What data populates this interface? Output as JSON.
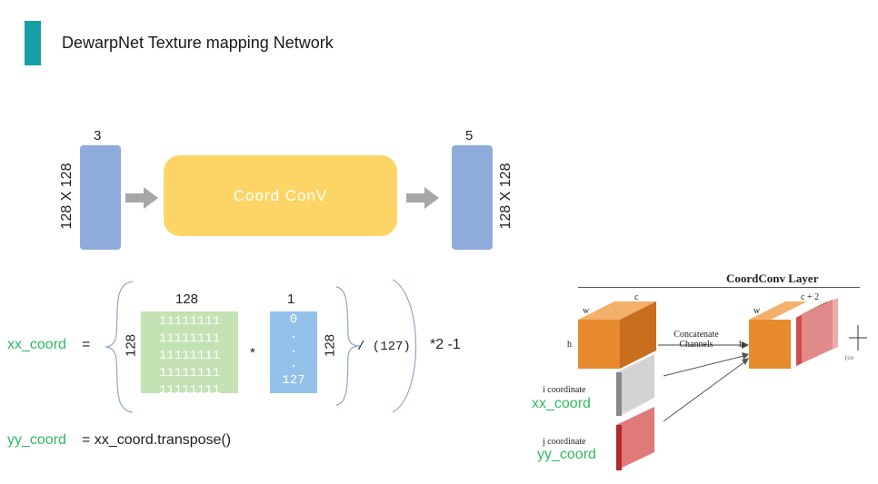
{
  "header": {
    "title": "DewarpNet Texture mapping Network"
  },
  "pipeline": {
    "input_channels": "3",
    "output_channels": "5",
    "input_size": "128 X 128",
    "output_size": "128 X 128",
    "block_label": "Coord ConV"
  },
  "formula": {
    "xx_label": "xx_coord",
    "equals": "=",
    "col_count_label": "128",
    "row_label": "128",
    "ones_rows": [
      "11111111",
      "11111111",
      "11111111",
      "11111111",
      "11111111"
    ],
    "times": "*",
    "vec_col_label": "1",
    "vec_top": "0",
    "vec_dots": [
      ".",
      ".",
      "."
    ],
    "vec_bottom": "127",
    "vec_row_label": "128",
    "divide": "/ (127)",
    "scale": "*2 -1",
    "yy_label": "yy_coord",
    "yy_rhs": "= xx_coord.transpose()"
  },
  "coordconv": {
    "title": "CoordConv Layer",
    "w1": "w",
    "c1": "c",
    "h1": "h",
    "w2": "w",
    "c2": "c + 2",
    "h2": "h",
    "concat": "Concatenate",
    "channels": "Channels",
    "i_coord": "i coordinate",
    "j_coord": "j coordinate",
    "xx": "xx_coord",
    "yy": "yy_coord",
    "cut": "(co"
  },
  "colors": {
    "accent": "#15a0a8",
    "blue": "#8eabdc",
    "yellow": "#fdd566",
    "green": "#2fb95f",
    "orange": "#e88a2e"
  }
}
